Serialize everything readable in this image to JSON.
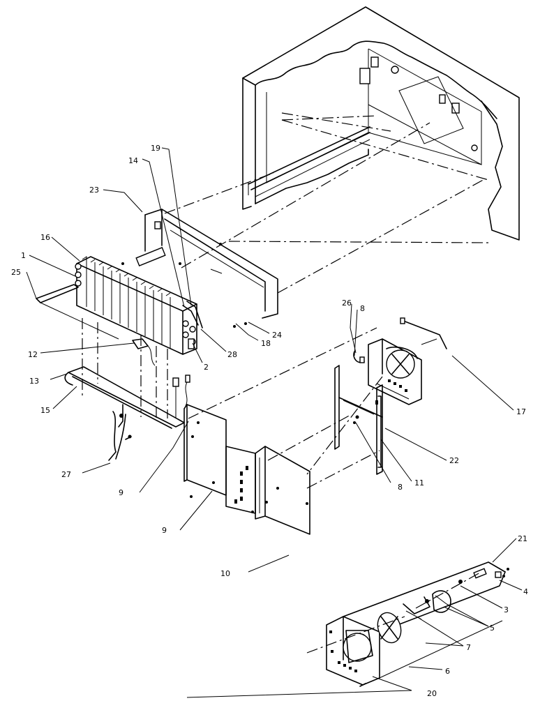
{
  "callouts": [
    {
      "id": "c1",
      "label": "1"
    },
    {
      "id": "c2",
      "label": "2"
    },
    {
      "id": "c3",
      "label": "3"
    },
    {
      "id": "c4",
      "label": "4"
    },
    {
      "id": "c5",
      "label": "5"
    },
    {
      "id": "c6",
      "label": "6"
    },
    {
      "id": "c7",
      "label": "7"
    },
    {
      "id": "c8a",
      "label": "8"
    },
    {
      "id": "c8b",
      "label": "8"
    },
    {
      "id": "c9a",
      "label": "9"
    },
    {
      "id": "c9b",
      "label": "9"
    },
    {
      "id": "c10",
      "label": "10"
    },
    {
      "id": "c11",
      "label": "11"
    },
    {
      "id": "c12",
      "label": "12"
    },
    {
      "id": "c13",
      "label": "13"
    },
    {
      "id": "c14",
      "label": "14"
    },
    {
      "id": "c15",
      "label": "15"
    },
    {
      "id": "c16",
      "label": "16"
    },
    {
      "id": "c17",
      "label": "17"
    },
    {
      "id": "c18",
      "label": "18"
    },
    {
      "id": "c19",
      "label": "19"
    },
    {
      "id": "c20",
      "label": "20"
    },
    {
      "id": "c21",
      "label": "21"
    },
    {
      "id": "c22",
      "label": "22"
    },
    {
      "id": "c23",
      "label": "23"
    },
    {
      "id": "c24",
      "label": "24"
    },
    {
      "id": "c25",
      "label": "25"
    },
    {
      "id": "c26",
      "label": "26"
    },
    {
      "id": "c27",
      "label": "27"
    },
    {
      "id": "c28",
      "label": "28"
    }
  ]
}
